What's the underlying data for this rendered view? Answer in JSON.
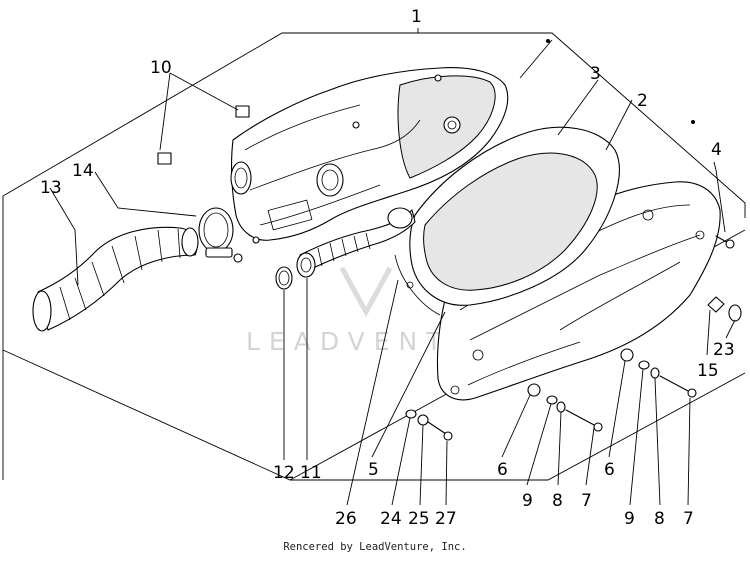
{
  "callouts": {
    "c1": "1",
    "c2": "2",
    "c3": "3",
    "c4": "4",
    "c10": "10",
    "c14": "14",
    "c13": "13",
    "c12": "12",
    "c11": "11",
    "c26": "26",
    "c5": "5",
    "c24": "24",
    "c25": "25",
    "c27": "27",
    "c6a": "6",
    "c9a": "9",
    "c8a": "8",
    "c7a": "7",
    "c6b": "6",
    "c9b": "9",
    "c8b": "8",
    "c7b": "7",
    "c15": "15",
    "c23": "23"
  },
  "watermark": "LEADVENTURE",
  "footer": "Rencered by LeadVenture, Inc."
}
